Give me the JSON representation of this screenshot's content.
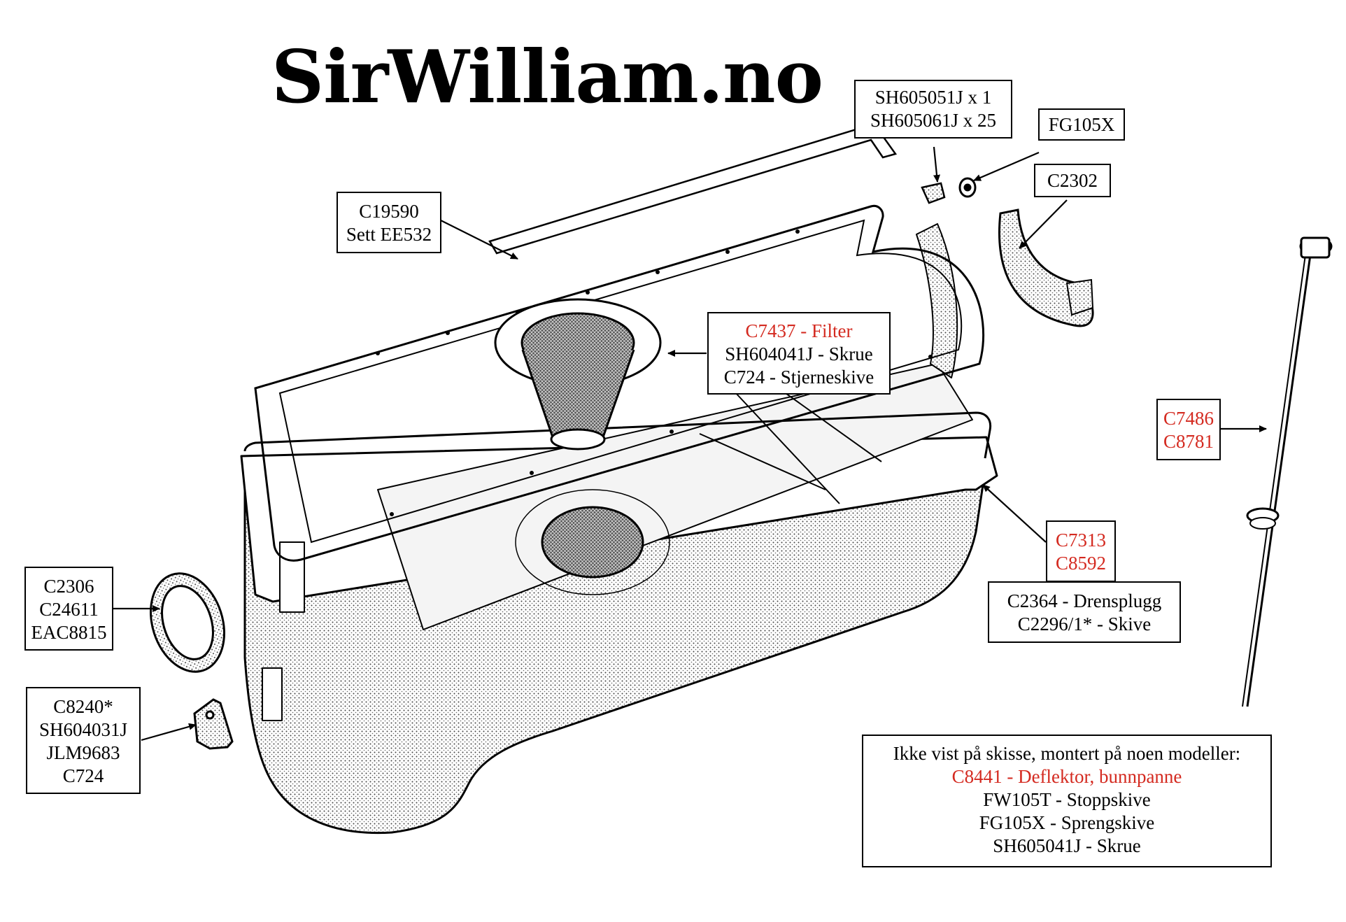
{
  "logo": "SirWilliam.no",
  "label_color_red": "#d42a20",
  "labels": {
    "screws_top": [
      "SH605051J x 1",
      "SH605061J x 25"
    ],
    "washer_top": [
      "FG105X"
    ],
    "seal_rear": [
      "C2302"
    ],
    "gasket": [
      "C19590",
      "Sett EE532"
    ],
    "filter": [
      "C7437 - Filter",
      "SH604041J - Skrue",
      "C724 - Stjerneskive"
    ],
    "dipstick": [
      "C7486",
      "C8781"
    ],
    "sump": [
      "C7313",
      "C8592"
    ],
    "drain": [
      "C2364 - Drensplugg",
      "C2296/1* - Skive"
    ],
    "front_seal": [
      "C2306",
      "C24611",
      "EAC8815"
    ],
    "bracket": [
      "C8240*",
      "SH604031J",
      "JLM9683",
      "C724"
    ],
    "note": {
      "heading": "Ikke vist på skisse, montert på noen modeller:",
      "lines": [
        "C8441 - Deflektor, bunnpanne",
        "FW105T - Stoppskive",
        "FG105X - Sprengskive",
        "SH605041J - Skrue"
      ]
    }
  }
}
